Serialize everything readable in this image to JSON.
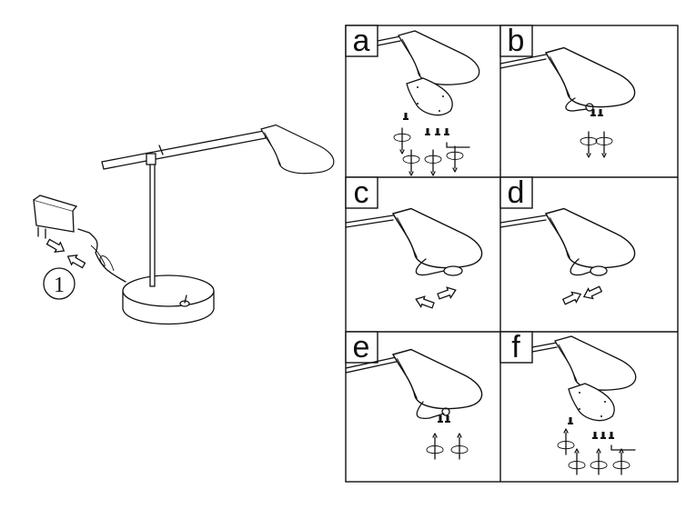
{
  "step_number": "1",
  "panels": [
    {
      "label": "a"
    },
    {
      "label": "b"
    },
    {
      "label": "c"
    },
    {
      "label": "d"
    },
    {
      "label": "e"
    },
    {
      "label": "f"
    }
  ],
  "colors": {
    "line": "#111111",
    "background": "#ffffff"
  }
}
